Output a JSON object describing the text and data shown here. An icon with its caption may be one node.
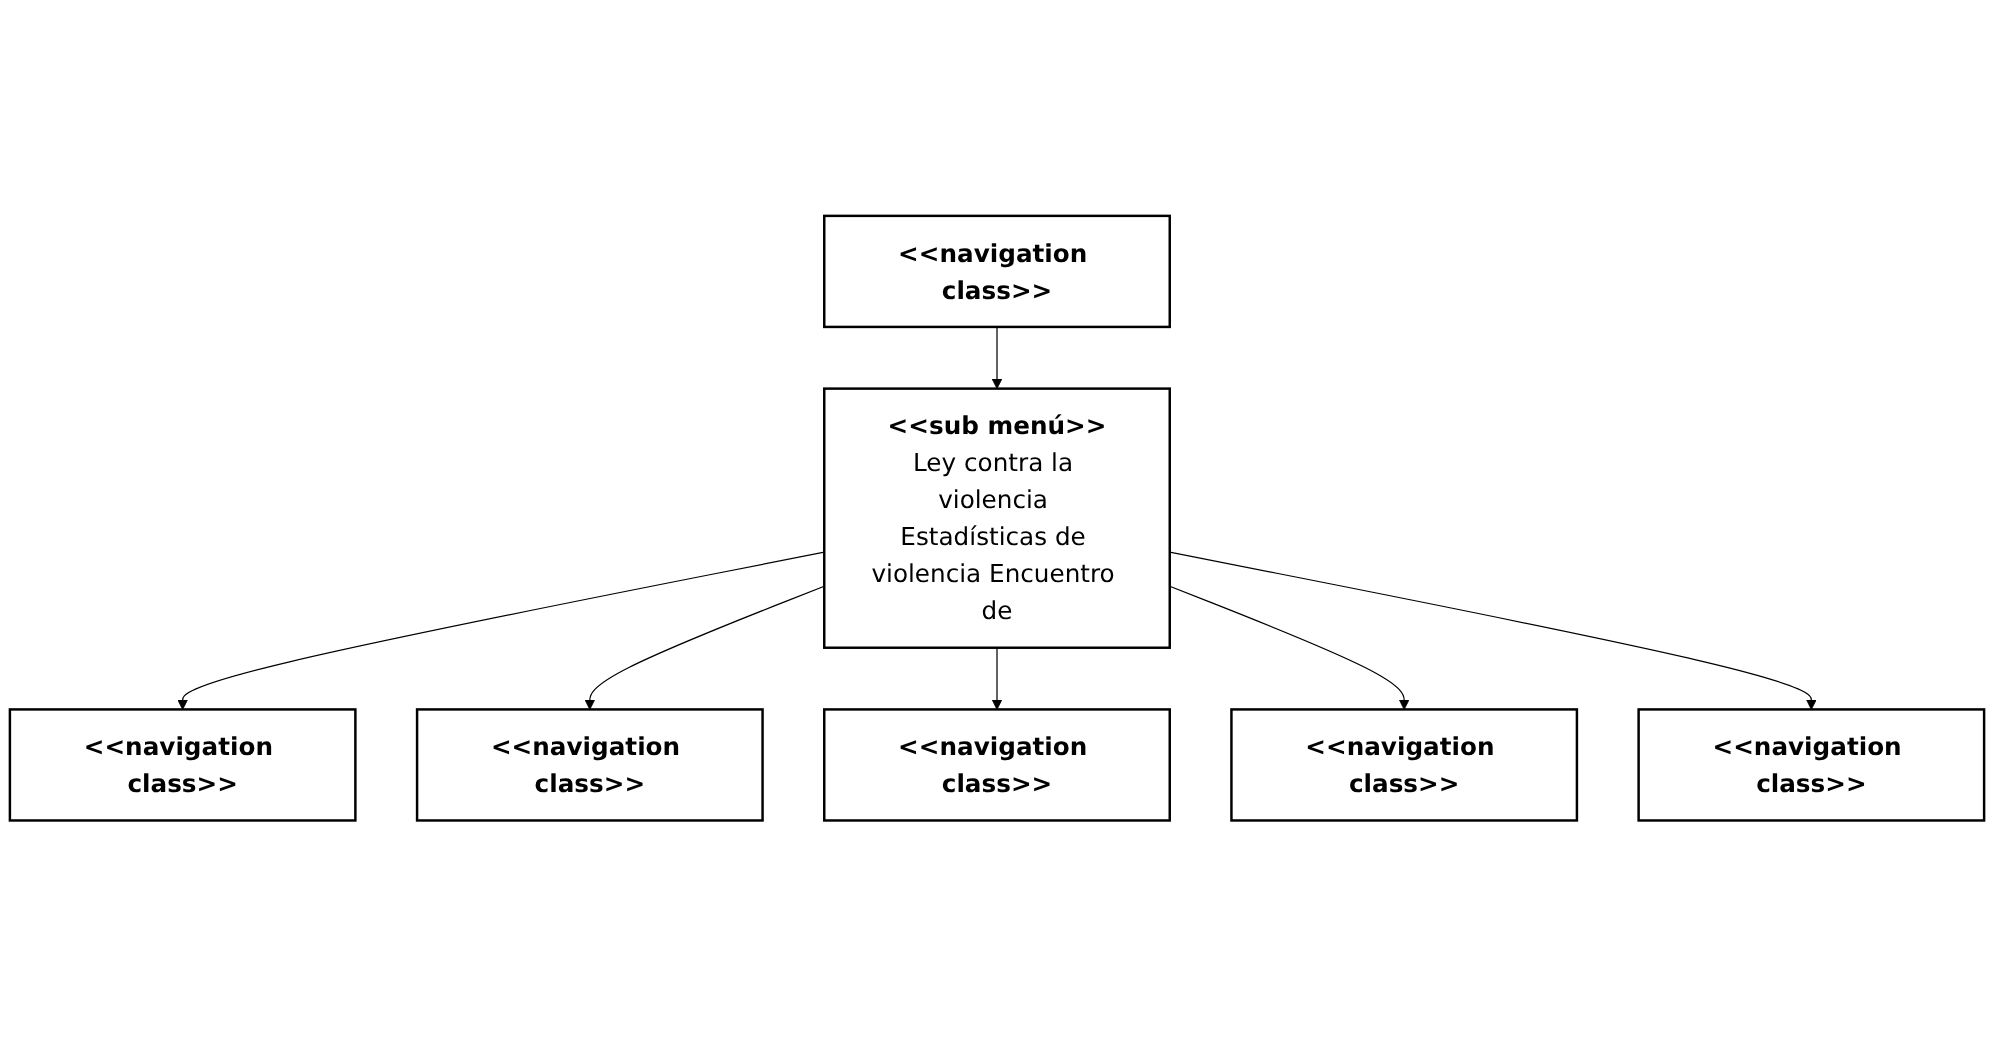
{
  "diagram": {
    "nodes": [
      {
        "text": [
          "<<navigation class>>"
        ]
      },
      {
        "text": [
          "<<navigation class>>"
        ]
      },
      {
        "text": [
          "<<sub menú>>",
          "Ley contra la violencia Estadísticas de violencia Encuentro de"
        ]
      },
      {
        "text": [
          "<<navigation class>>"
        ]
      },
      {
        "text": [
          "<<navigation class>>"
        ]
      },
      {
        "text": [
          "<<navigation class>>"
        ]
      },
      {
        "text": [
          "<<navigation class>>"
        ]
      }
    ],
    "edges": [
      {
        "from": 0,
        "to": 2,
        "arrow": "to"
      },
      {
        "from": 2,
        "to": 1,
        "arrow": "to"
      },
      {
        "from": 2,
        "to": 3,
        "arrow": "to"
      },
      {
        "from": 2,
        "to": 4,
        "arrow": "to"
      },
      {
        "from": 2,
        "to": 5,
        "arrow": "to"
      },
      {
        "from": 2,
        "to": 6,
        "arrow": "to"
      }
    ]
  }
}
